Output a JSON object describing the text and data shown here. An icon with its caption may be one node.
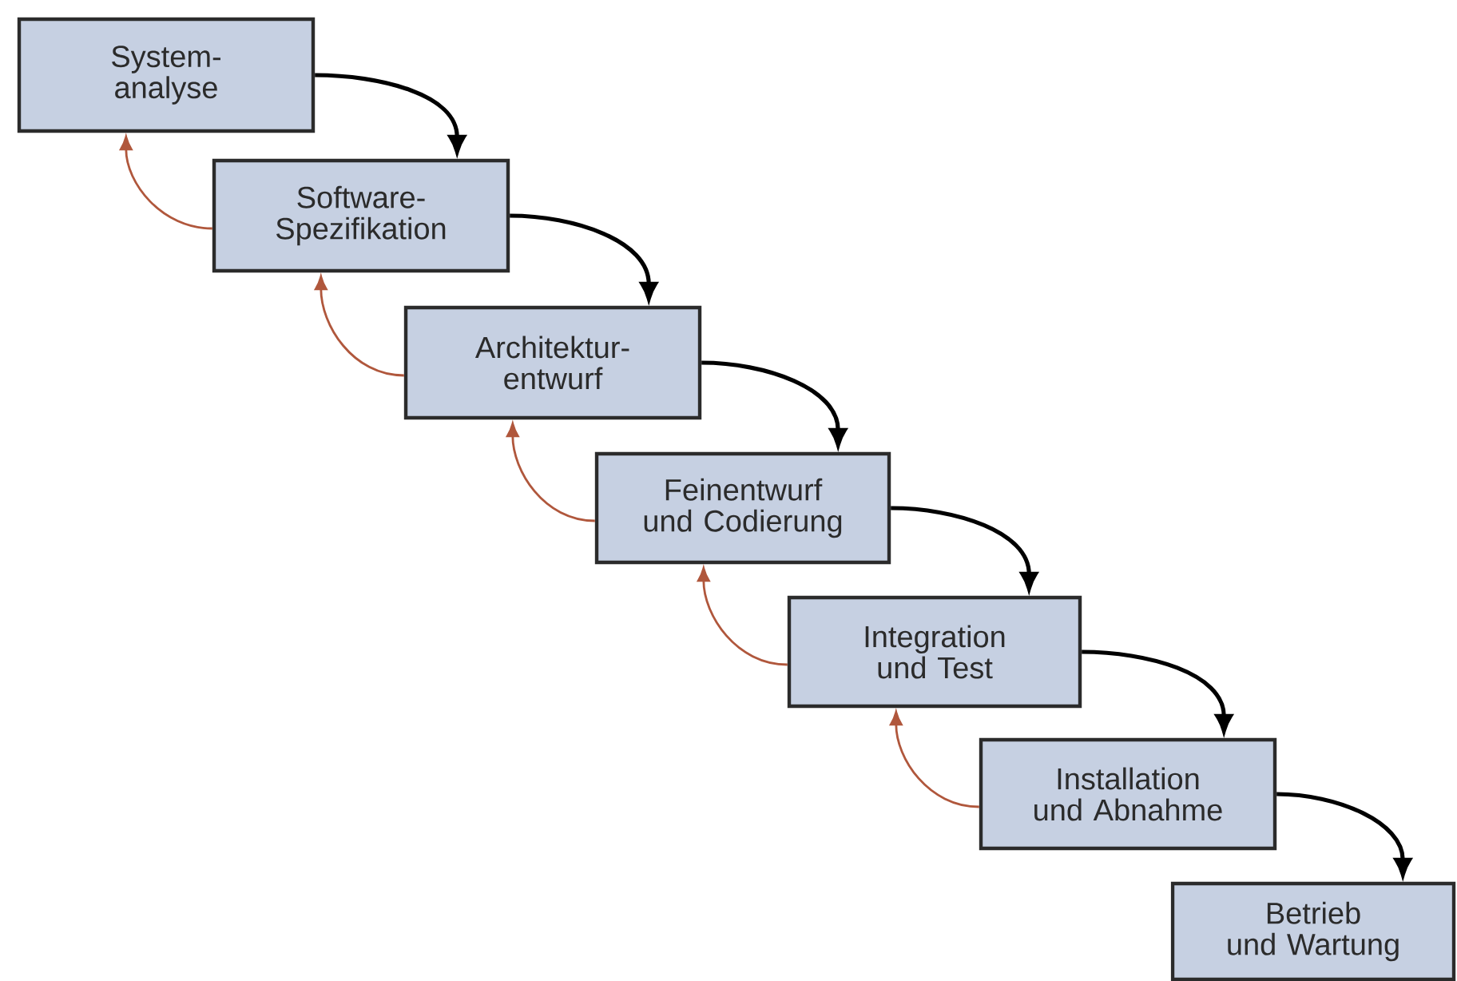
{
  "diagram": {
    "nodes": [
      {
        "text": [
          "System- analyse"
        ]
      },
      {
        "text": [
          "Software- Spezifikation"
        ]
      },
      {
        "text": [
          "Architektur- entwurf"
        ]
      },
      {
        "text": [
          "Feinentwurf und Codierung"
        ]
      },
      {
        "text": [
          "Integration und Test"
        ]
      },
      {
        "text": [
          "Installation und Abnahme"
        ]
      },
      {
        "text": [
          "Betrieb und Wartung"
        ]
      }
    ],
    "edges": [
      {
        "from": 0,
        "to": 1,
        "arrow": "to"
      },
      {
        "from": 1,
        "to": 2,
        "arrow": "to"
      },
      {
        "from": 2,
        "to": 3,
        "arrow": "to"
      },
      {
        "from": 3,
        "to": 4,
        "arrow": "to"
      },
      {
        "from": 4,
        "to": 5,
        "arrow": "to"
      },
      {
        "from": 5,
        "to": 6,
        "arrow": "to"
      },
      {
        "from": 1,
        "to": 0,
        "arrow": "to",
        "color": "#b0573c"
      },
      {
        "from": 2,
        "to": 1,
        "arrow": "to",
        "color": "#b0573c"
      },
      {
        "from": 3,
        "to": 2,
        "arrow": "to",
        "color": "#b0573c"
      },
      {
        "from": 4,
        "to": 3,
        "arrow": "to",
        "color": "#b0573c"
      },
      {
        "from": 5,
        "to": 4,
        "arrow": "to",
        "color": "#b0573c"
      }
    ]
  }
}
